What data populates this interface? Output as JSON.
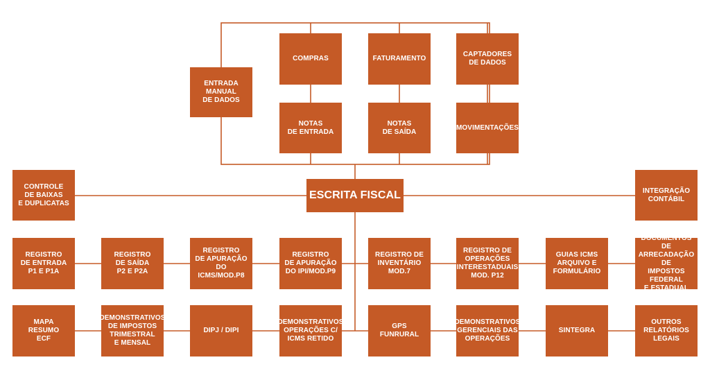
{
  "diagram": {
    "colors": {
      "box_fill": "#c55a26",
      "box_text": "#ffffff",
      "connector": "#c55a26",
      "background": "#ffffff"
    },
    "center": "ESCRITA FISCAL",
    "inputs": {
      "manual": "ENTRADA\nMANUAL\nDE DADOS",
      "compras": "COMPRAS",
      "faturamento": "FATURAMENTO",
      "captadores": "CAPTADORES\nDE DADOS",
      "notas_entrada": "NOTAS\nDE ENTRADA",
      "notas_saida": "NOTAS\nDE SAÍDA",
      "movimentacoes": "MOVIMENTAÇÕES"
    },
    "side": {
      "controle": "CONTROLE\nDE BAIXAS\nE DUPLICATAS",
      "integracao": "INTEGRAÇÃO\nCONTÁBIL"
    },
    "outputs_row1": [
      "REGISTRO\nDE ENTRADA\nP1 E P1A",
      "REGISTRO\nDE SAÍDA\nP2 E P2A",
      "REGISTRO\nDE APURAÇÃO\nDO ICMS/MOD.P8",
      "REGISTRO\nDE APURAÇÃO\nDO IPI/MOD.P9",
      "REGISTRO DE\nINVENTÁRIO\nMOD.7",
      "REGISTRO DE\nOPERAÇÕES\nINTERESTADUAIS\nMOD. P12",
      "GUIAS ICMS\nARQUIVO E\nFORMULÁRIO",
      "DOCUMENTOS DE\nARRECADAÇÃO DE\nIMPOSTOS FEDERAL\nE ESTADUAL"
    ],
    "outputs_row2": [
      "MAPA\nRESUMO\nECF",
      "DEMONSTRATIVOS\nDE IMPOSTOS\nTRIMESTRAL\nE MENSAL",
      "DIPJ / DIPI",
      "DEMONSTRATIVOS\nOPERAÇÕES C/\nICMS RETIDO",
      "GPS\nFUNRURAL",
      "DEMONSTRATIVOS\nGERENCIAIS DAS\nOPERAÇÕES",
      "SINTEGRA",
      "OUTROS\nRELATÓRIOS\nLEGAIS"
    ]
  }
}
